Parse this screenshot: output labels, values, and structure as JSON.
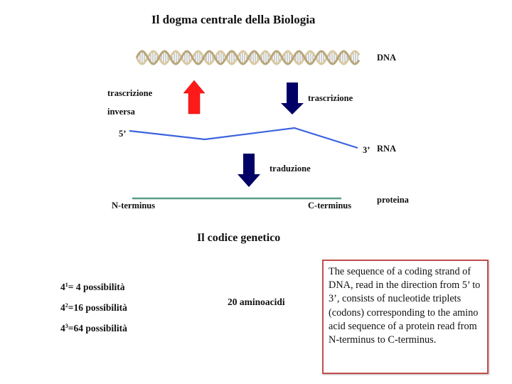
{
  "title": "Il dogma centrale della Biologia",
  "diagram": {
    "dna_label": "DNA",
    "reverse_transcription_line1": "trascrizione",
    "reverse_transcription_line2": "inversa",
    "transcription_label": "trascrizione",
    "rna_five_prime": "5’",
    "rna_three_prime": "3’",
    "rna_label": "RNA",
    "translation_label": "traduzione",
    "n_terminus": "N-terminus",
    "c_terminus": "C-terminus",
    "protein_label": "proteina",
    "colors": {
      "reverse_arrow": "#ff0000",
      "forward_arrow": "#000066",
      "rna_line": "#3b63e0",
      "protein_line": "#5a9e8a"
    }
  },
  "subtitle": "Il codice genetico",
  "possibilities": [
    {
      "base": "4",
      "exp": "1",
      "rest": "= 4 possibilità"
    },
    {
      "base": "4",
      "exp": "2",
      "rest": "=16 possibilità"
    },
    {
      "base": "4",
      "exp": "3",
      "rest": "=64 possibilità"
    }
  ],
  "amino_acids": "20 aminoacidi",
  "note": "The sequence of a coding strand of DNA, read in the direction from 5’ to 3’, consists of nucleotide triplets (codons) corresponding to the amino acid sequence of a protein read from N-terminus to C-terminus."
}
